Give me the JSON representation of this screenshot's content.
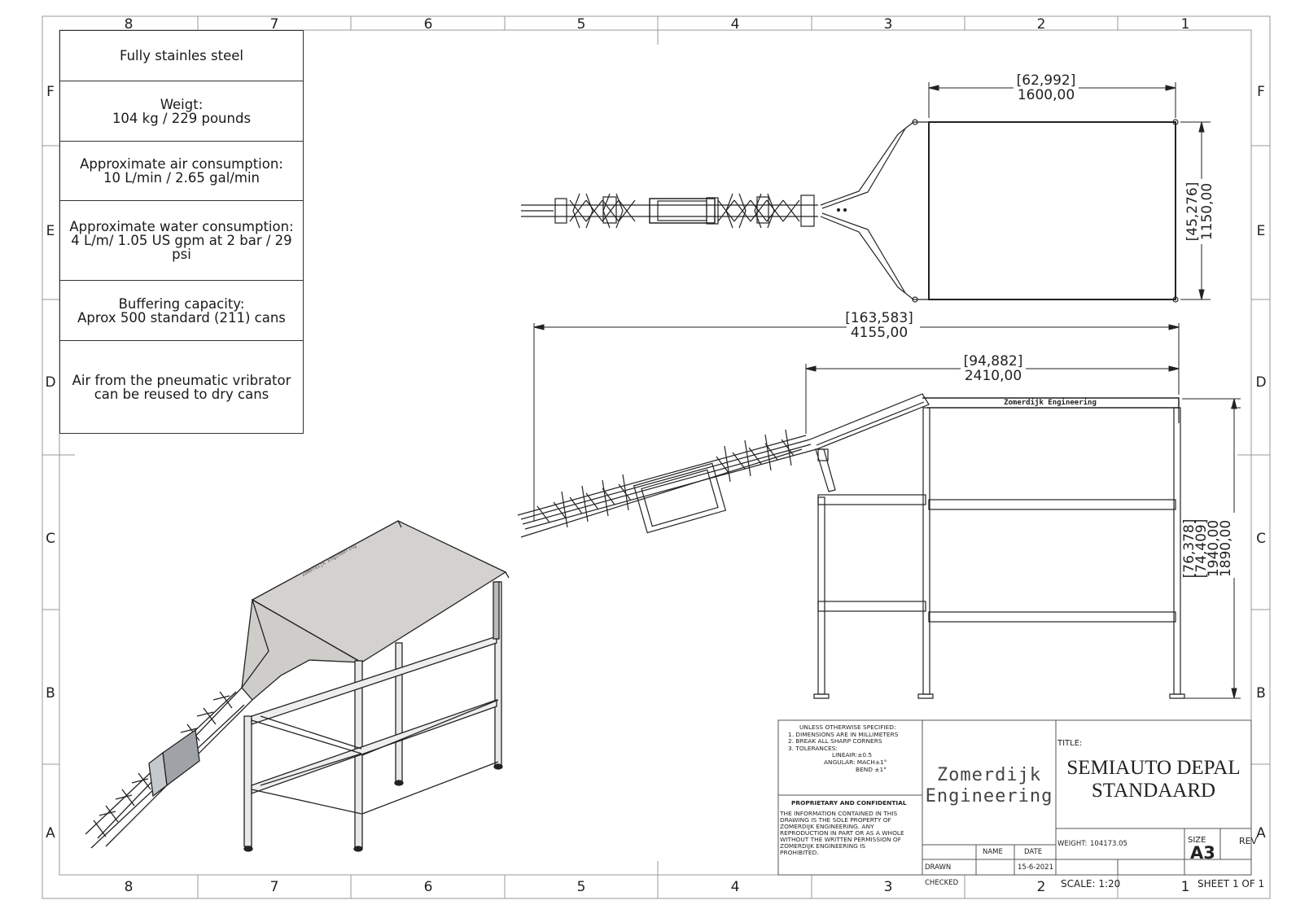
{
  "zone_columns_top": [
    "8",
    "7",
    "6",
    "5",
    "4",
    "3",
    "2",
    "1"
  ],
  "zone_columns_bottom": [
    "8",
    "7",
    "6",
    "5",
    "4",
    "3",
    "2",
    "1"
  ],
  "zone_rows_left": [
    "F",
    "E",
    "D",
    "C",
    "B",
    "A"
  ],
  "zone_rows_right": [
    "F",
    "E",
    "D",
    "C",
    "B",
    "A"
  ],
  "notes": [
    "Fully stainles steel",
    "Weigt:\n104 kg / 229 pounds",
    "Approximate air consumption:\n10 L/min / 2.65 gal/min",
    "Approximate water consumption:\n4 L/m/ 1.05 US gpm at 2 bar / 29\npsi",
    "Buffering capacity:\nAprox 500 standard (211) cans",
    "Air from the pneumatic vribrator\ncan be reused to dry cans"
  ],
  "dimensions": {
    "top_width_inch": "[62,992]",
    "top_width_mm": "1600,00",
    "top_depth_inch": "[45,276]",
    "top_depth_mm": "1150,00",
    "overall_length_inch": "[163,583]",
    "overall_length_mm": "4155,00",
    "table_length_inch": "[94,882]",
    "table_length_mm": "2410,00",
    "height_high_inch": "[76,378]",
    "height_low_inch": "[74,409]",
    "height_high_mm": "1940,00",
    "height_low_mm": "1890,00"
  },
  "side_view_label": "Zomerdijk Engineering",
  "iso_view_label": "Zomerdijk Engineering",
  "title_block": {
    "unless_lines": [
      "UNLESS OTHERWISE SPECIFIED:",
      "1. DIMENSIONS ARE IN MILLIMETERS",
      "2. BREAK ALL SHARP CORNERS",
      "3. TOLERANCES:",
      "LINEAIR:±0.5",
      "ANGULAR: MACH±1°",
      "BEND ±1°"
    ],
    "proprietary_heading": "PROPRIETARY AND CONFIDENTIAL",
    "proprietary_lines": [
      "THE INFORMATION CONTAINED IN THIS",
      "DRAWING IS THE SOLE PROPERTY OF",
      "ZOMERDIJK ENGINEERING.  ANY",
      "REPRODUCTION IN PART OR AS A WHOLE",
      "WITHOUT THE WRITTEN PERMISSION OF",
      "ZOMERDIJK ENGINEERING IS",
      "PROHIBITED."
    ],
    "logo_line1": "Zomerdijk",
    "logo_line2": "Engineering",
    "title_label": "TITLE:",
    "title_line1": "SEMIAUTO DEPAL",
    "title_line2": "STANDAARD",
    "name_header": "NAME",
    "date_header": "DATE",
    "drawn_label": "DRAWN",
    "drawn_date": "15-6-2021",
    "checked_label": "CHECKED",
    "weight_label": "WEIGHT:",
    "weight_value": "104173.05",
    "size_label": "SIZE",
    "size_value": "A3",
    "rev_label": "REV",
    "scale": "SCALE: 1:20",
    "sheet": "SHEET 1 OF 1"
  }
}
